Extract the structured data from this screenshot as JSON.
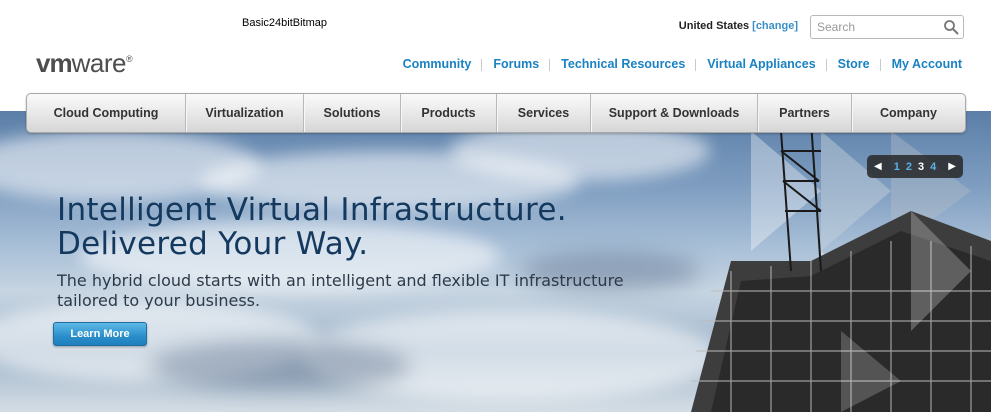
{
  "caption": "Basic24bitBitmap",
  "header": {
    "logo_vm": "vm",
    "logo_ware": "ware",
    "logo_reg": "®",
    "locale": "United States",
    "locale_change": "[change]",
    "search_placeholder": "Search"
  },
  "utility_nav": [
    "Community",
    "Forums",
    "Technical Resources",
    "Virtual Appliances",
    "Store",
    "My Account"
  ],
  "main_nav": [
    "Cloud Computing",
    "Virtualization",
    "Solutions",
    "Products",
    "Services",
    "Support & Downloads",
    "Partners",
    "Company"
  ],
  "hero": {
    "headline_line1": "Intelligent Virtual Infrastructure.",
    "headline_line2": "Delivered Your Way.",
    "subhead_line1": "The hybrid cloud starts with an intelligent and flexible IT infrastructure",
    "subhead_line2": "tailored to your business.",
    "cta_label": "Learn More",
    "pager_pages": [
      "1",
      "2",
      "3",
      "4"
    ],
    "pager_active": "3"
  },
  "colors": {
    "link": "#1a82c3",
    "headline": "#14395e",
    "cta": "#2b8fcb"
  },
  "icons": {
    "search": "search-icon",
    "prev": "chevron-left-icon",
    "next": "chevron-right-icon"
  }
}
